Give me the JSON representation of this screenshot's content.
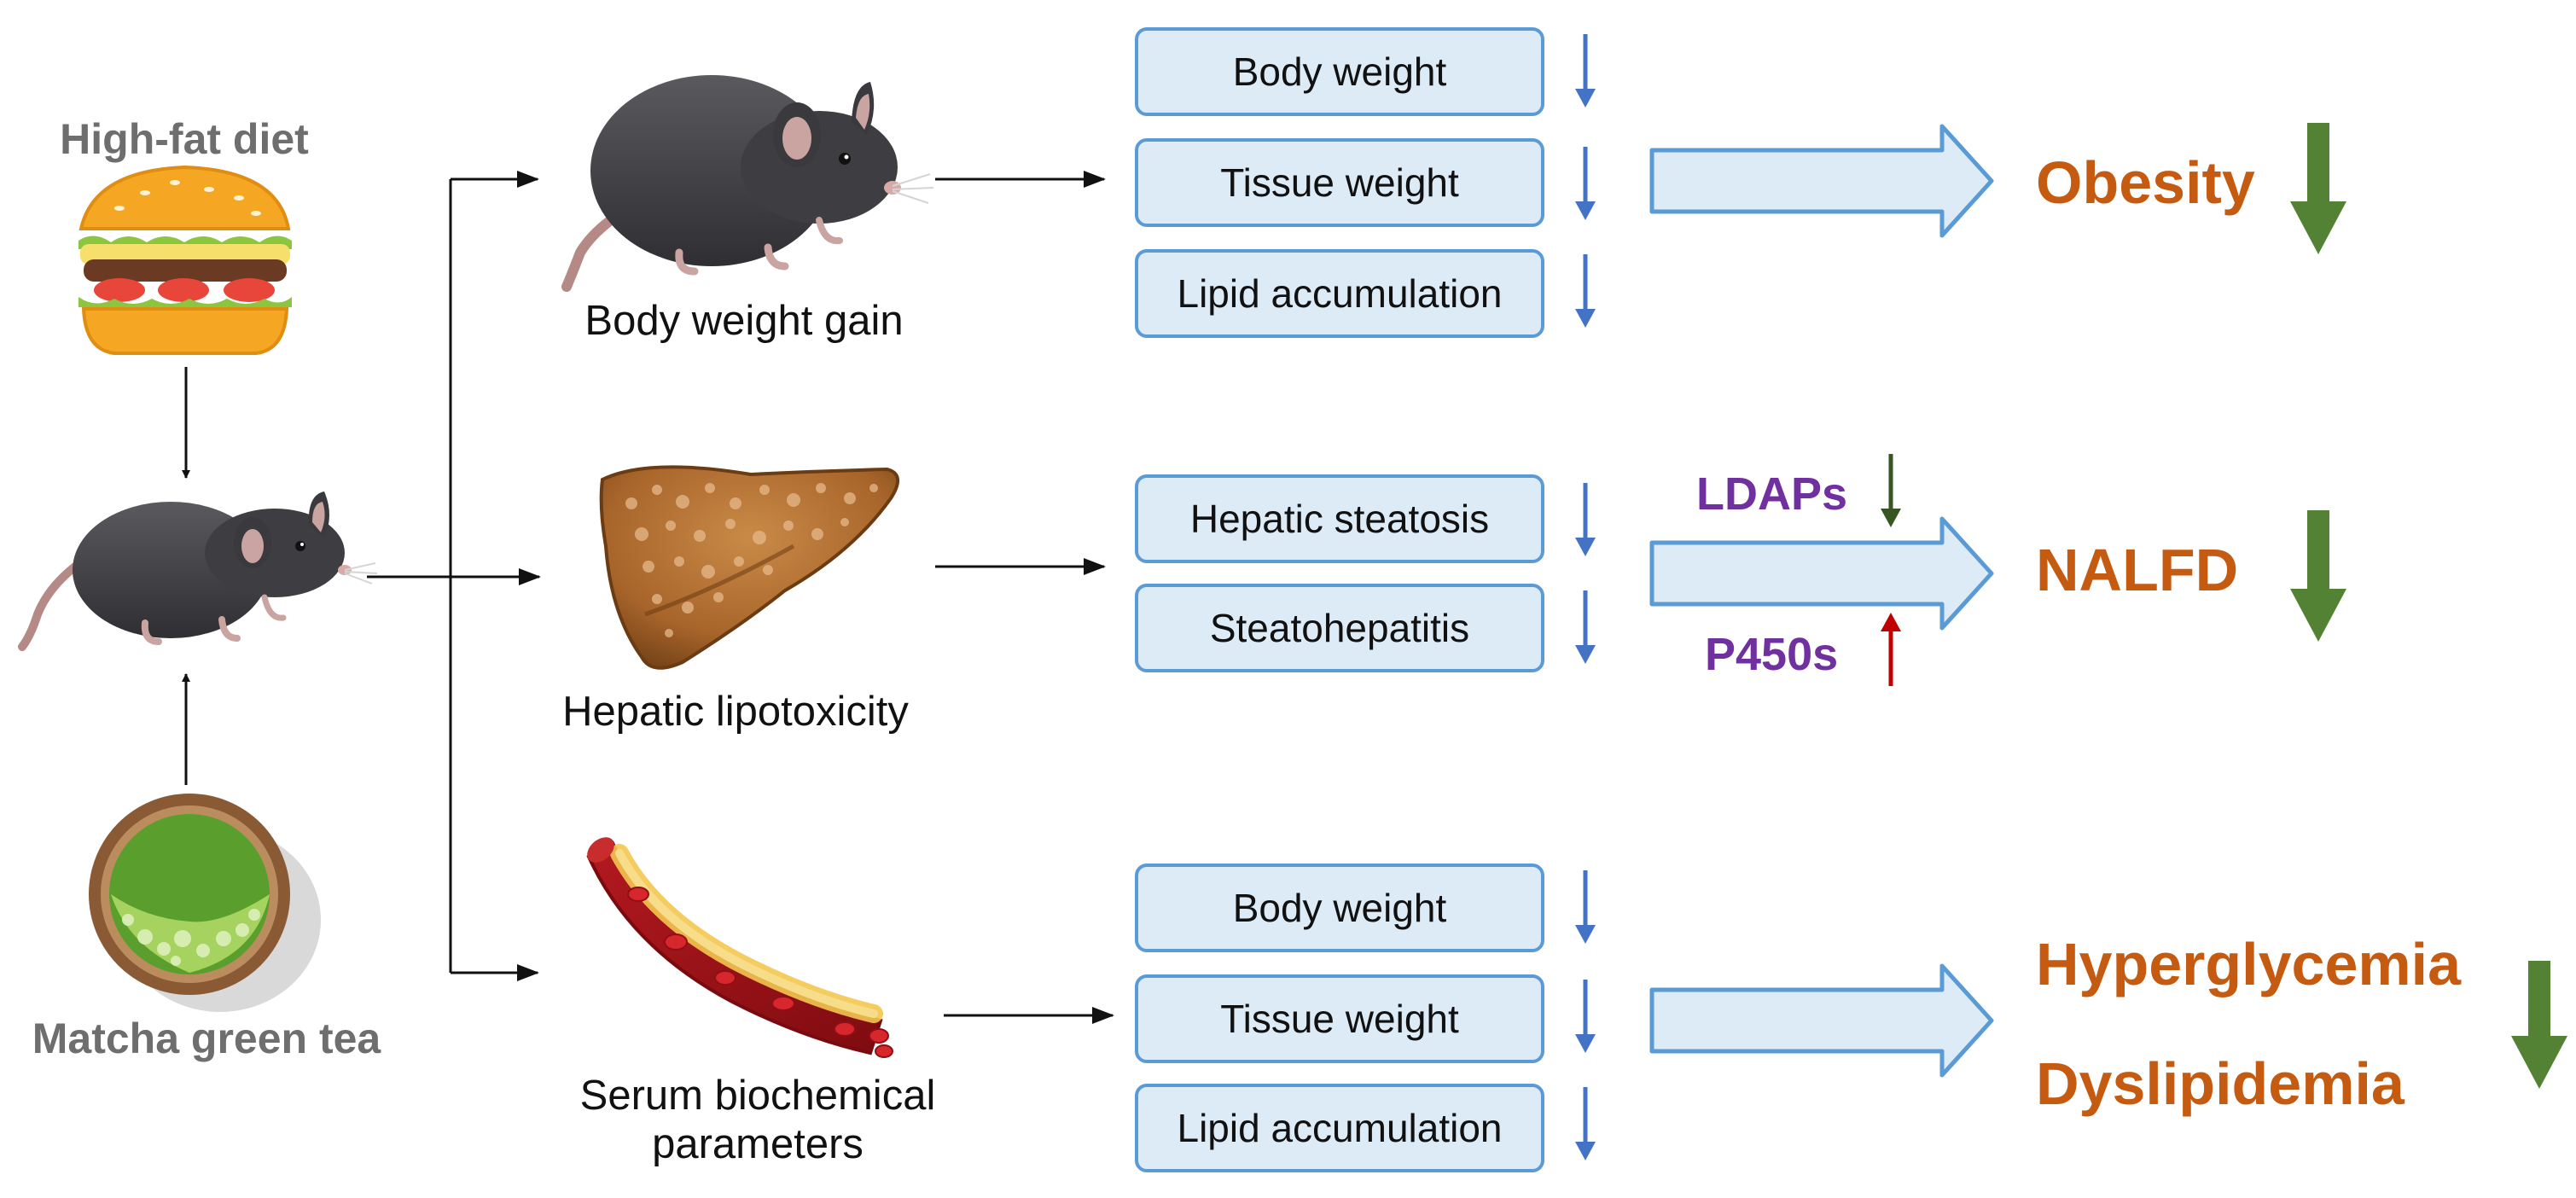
{
  "inputs": {
    "diet_label": "High-fat diet",
    "tea_label": "Matcha green tea"
  },
  "branches": {
    "weight": {
      "caption": "Body weight gain",
      "effects": [
        "Body weight",
        "Tissue weight",
        "Lipid accumulation"
      ],
      "outcome": "Obesity"
    },
    "liver": {
      "caption": "Hepatic lipotoxicity",
      "effects": [
        "Hepatic steatosis",
        "Steatohepatitis"
      ],
      "outcome": "NALFD",
      "markers": {
        "down": "LDAPs",
        "up": "P450s"
      }
    },
    "serum": {
      "caption_lines": [
        "Serum biochemical",
        "parameters"
      ],
      "effects": [
        "Body weight",
        "Tissue weight",
        "Lipid accumulation"
      ],
      "outcomes": [
        "Hyperglycemia",
        "Dyslipidemia"
      ]
    }
  },
  "colors": {
    "box_fill": "#ddebf7",
    "box_border": "#5b9bd5",
    "small_down_arrow": "#4472c4",
    "outcome_text": "#c55a11",
    "outcome_arrow": "#548235",
    "marker_text": "#7030a0",
    "marker_down_arrow": "#375623",
    "marker_up_arrow": "#c00000"
  }
}
